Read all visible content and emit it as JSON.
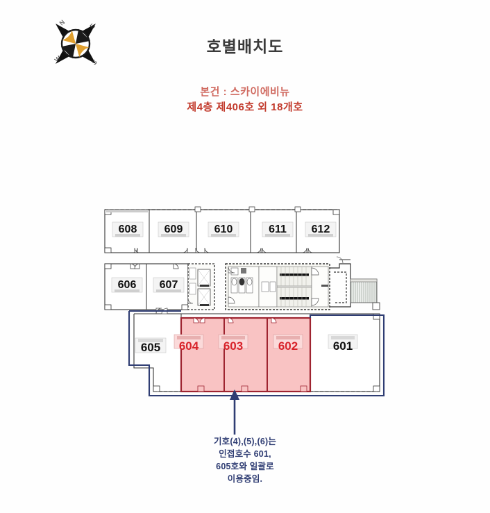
{
  "compass": {
    "name": "compass-rose",
    "north": "N",
    "east": "E",
    "south": "S",
    "west": "W",
    "color_ring": "#1a1a1a",
    "color_fill": "#e0a030"
  },
  "header": {
    "title": "호별배치도",
    "subtitle_line_1": "본건 : 스카이에비뉴",
    "subtitle_line_2": "제4층 제406호 외 18개호"
  },
  "colors": {
    "highlight_fill": "#f9c3c3",
    "highlight_stroke": "#9e2430",
    "unit_label_red": "#d8232a",
    "unit_label_black": "#111111",
    "outline_blue": "#2f3d73",
    "plan_line": "#333333",
    "core_fill": "#f2f2ee"
  },
  "floorplan": {
    "name": "floor-plan",
    "rows": {
      "top": [
        {
          "number": "608",
          "highlighted": false
        },
        {
          "number": "609",
          "highlighted": false
        },
        {
          "number": "610",
          "highlighted": false
        },
        {
          "number": "611",
          "highlighted": false
        },
        {
          "number": "612",
          "highlighted": false
        }
      ],
      "middle": [
        {
          "number": "606",
          "highlighted": false
        },
        {
          "number": "607",
          "highlighted": false
        }
      ],
      "bottom": [
        {
          "number": "605",
          "highlighted": false
        },
        {
          "number": "604",
          "highlighted": true
        },
        {
          "number": "603",
          "highlighted": true
        },
        {
          "number": "602",
          "highlighted": true
        },
        {
          "number": "601",
          "highlighted": false
        }
      ]
    },
    "core": {
      "name": "building-core",
      "label": "elevator-stair-core"
    }
  },
  "annotation": {
    "name": "callout-note",
    "arrow": "up-arrow",
    "lines": [
      "기호(4),(5),(6)는",
      "인접호수 601,",
      "605호와 일괄로",
      "이용중임."
    ]
  }
}
